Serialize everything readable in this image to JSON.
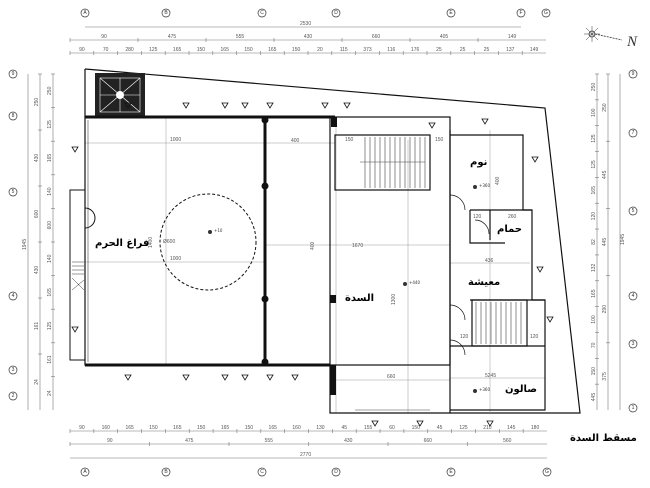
{
  "title": "مسقط السدة",
  "north_label": "N",
  "grid_top": [
    "A",
    "B",
    "C",
    "D",
    "E",
    "F",
    "G"
  ],
  "grid_bottom": [
    "A",
    "B",
    "C",
    "D",
    "E",
    "G"
  ],
  "grid_left": [
    "9",
    "8",
    "5",
    "4",
    "3",
    "2"
  ],
  "grid_right": [
    "9",
    "7",
    "5",
    "4",
    "3",
    "1"
  ],
  "dims_top": {
    "overall": "2530",
    "axes": [
      "90",
      "475",
      "555",
      "430",
      "660",
      "405",
      "149"
    ],
    "detail": [
      "90",
      "70",
      "280",
      "125",
      "165",
      "150",
      "165",
      "150",
      "165",
      "150",
      "20",
      "115",
      "373",
      "116",
      "176",
      "25",
      "25",
      "25",
      "137",
      "149"
    ]
  },
  "dims_bottom": {
    "detail": [
      "90",
      "160",
      "165",
      "150",
      "165",
      "150",
      "165",
      "150",
      "165",
      "160",
      "130",
      "45",
      "155",
      "60",
      "150",
      "45",
      "125",
      "210",
      "145",
      "180"
    ],
    "axes": [
      "90",
      "475",
      "555",
      "430",
      "660",
      "560"
    ],
    "overall": "2770"
  },
  "dims_left": {
    "overall": "1945",
    "axes": [
      "250",
      "430",
      "600",
      "430",
      "161",
      "24"
    ],
    "detail": [
      "250",
      "125",
      "165",
      "140",
      "600",
      "140",
      "165",
      "125",
      "161",
      "24"
    ]
  },
  "dims_right": {
    "overall": "1945",
    "axes": [
      "250",
      "445",
      "445",
      "290",
      "375"
    ],
    "detail": [
      "250",
      "100",
      "125",
      "125",
      "165",
      "120",
      "82",
      "132",
      "165",
      "100",
      "70",
      "150",
      "445"
    ]
  },
  "rooms": {
    "haram_void": "فراغ الحرم",
    "mezzanine": "السدة",
    "bedroom": "نوم",
    "bathroom": "حمام",
    "living": "معيشة",
    "salon": "صالون"
  },
  "inner_dims": {
    "hall_width": "1000",
    "hall_width2": "1000",
    "hall_depth": "1400",
    "dome_dia": "Ø600",
    "mezz_top": "400",
    "mezz_left": "400",
    "mezz_width": "1670",
    "mezz_depth": "1300",
    "mezz_bottom": "660",
    "stair_l": "150",
    "stair_r": "150",
    "bed_depth": "400",
    "bath_w1": "120",
    "bath_w2": "260",
    "living_w": "436",
    "salon_w": "5245",
    "stair2_a": "120",
    "stair2_b": "120"
  },
  "levels": {
    "haram": "+10",
    "mezzanine": "+440",
    "bedroom": "+360",
    "salon": "+360"
  }
}
